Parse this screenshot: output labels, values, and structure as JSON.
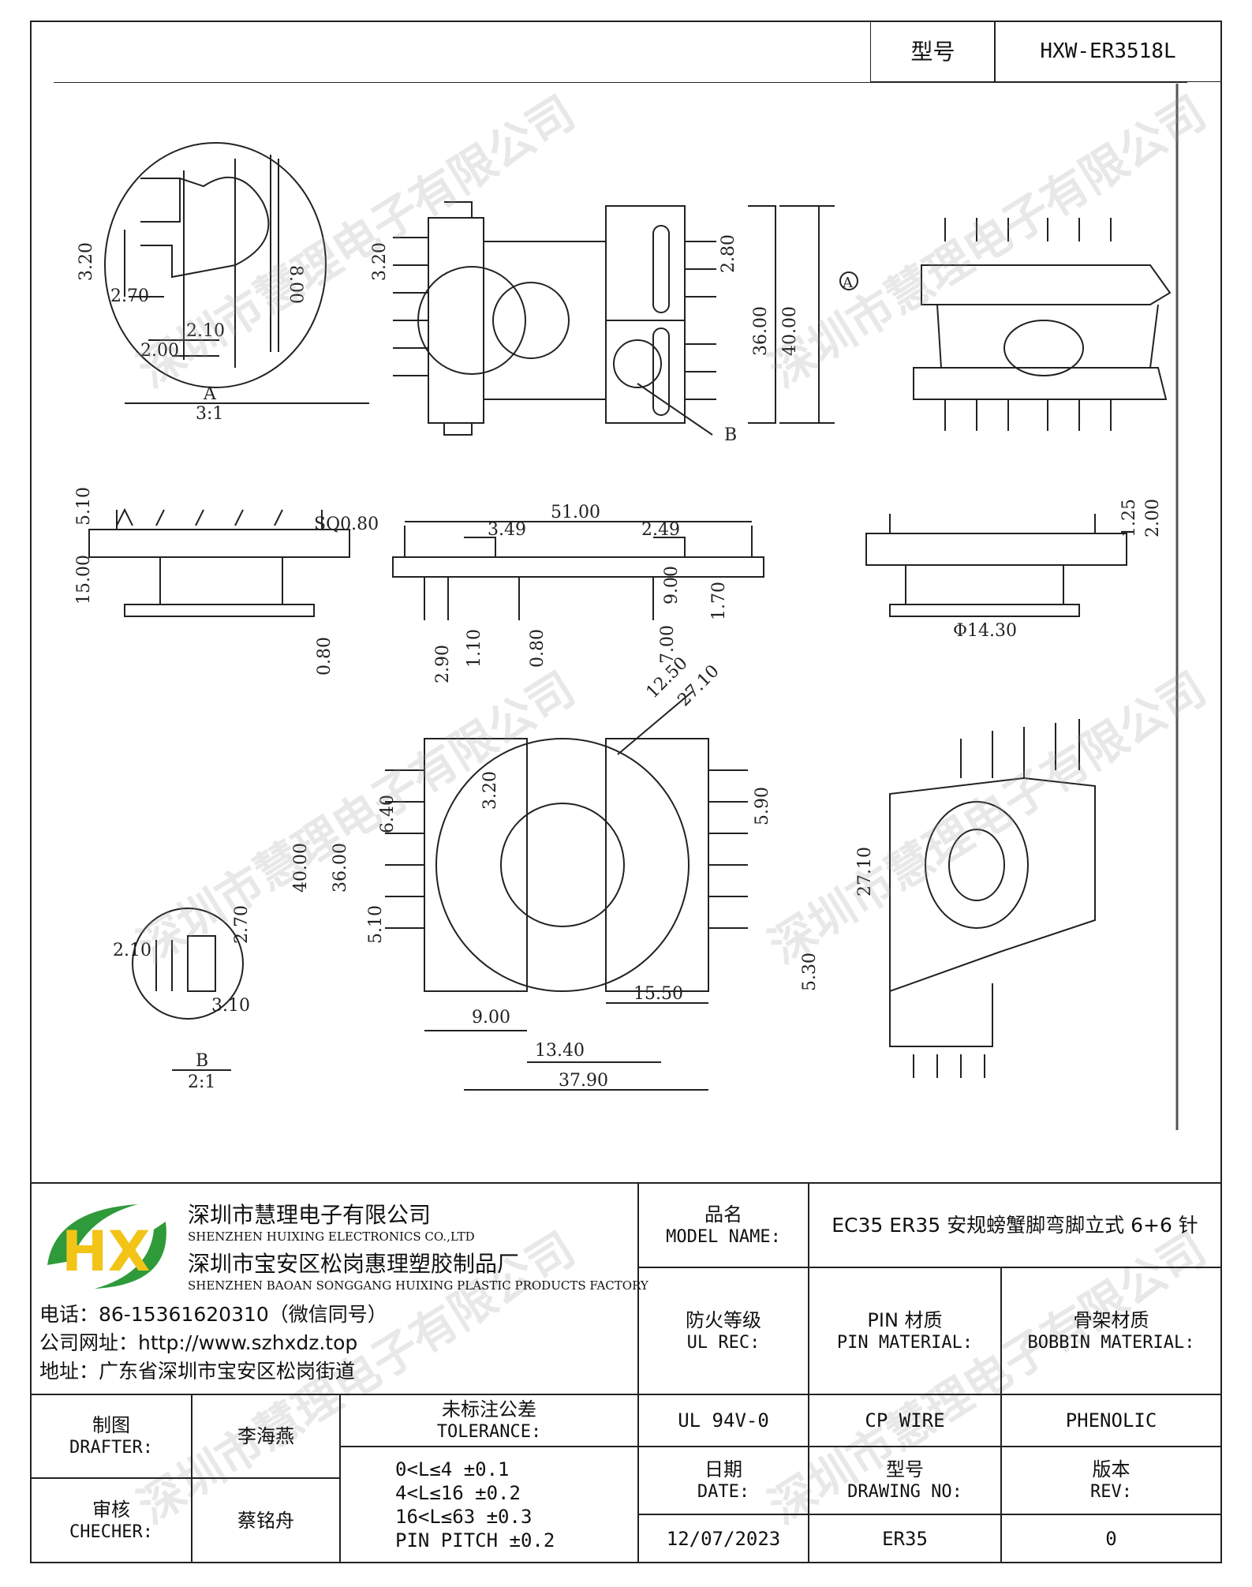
{
  "header": {
    "type_label": "型号",
    "type_value": "HXW-ER3518L"
  },
  "watermark": "深圳市慧理电子有限公司",
  "drawing": {
    "dims_top_left": [
      "3.20",
      "2.70",
      "8.00",
      "2.10",
      "2.00",
      "3.20"
    ],
    "detail_a": {
      "letter": "A",
      "scale": "3:1"
    },
    "detail_b": {
      "letter": "B",
      "scale": "2:1"
    },
    "dims_top_right": [
      "2.80",
      "36.00",
      "40.00"
    ],
    "markers_top": [
      "A",
      "B"
    ],
    "dims_middle": [
      "5.10",
      "15.00",
      "0.80",
      "SQ0.80",
      "51.00",
      "3.49",
      "2.49",
      "9.00",
      "1.70",
      "7.00",
      "2.90",
      "1.10",
      "0.80",
      "1.25",
      "2.00",
      "Φ14.30"
    ],
    "dims_bottom": [
      "12.50",
      "27.10",
      "3.20",
      "6.40",
      "40.00",
      "36.00",
      "5.10",
      "5.90",
      "27.10",
      "5.30",
      "9.00",
      "15.50",
      "13.40",
      "37.90",
      "2.10",
      "2.70",
      "3.10"
    ]
  },
  "company": {
    "logo_text": "HX",
    "name_cn": "深圳市慧理电子有限公司",
    "name_en": "SHENZHEN HUIXING ELECTRONICS CO.,LTD",
    "factory_cn": "深圳市宝安区松岗惠理塑胶制品厂",
    "factory_en": "SHENZHEN BAOAN SONGGANG HUIXING PLASTIC PRODUCTS FACTORY",
    "phone": "电话：86-15361620310（微信同号）",
    "website": "公司网址：http://www.szhxdz.top",
    "address": "地址：广东省深圳市宝安区松岗街道"
  },
  "title_block": {
    "model_label_cn": "品名",
    "model_label_en": "MODEL NAME:",
    "model_value": "EC35 ER35 安规螃蟹脚弯脚立式 6+6 针",
    "ul_label_cn": "防火等级",
    "ul_label_en": "UL REC:",
    "pin_label_cn": "PIN 材质",
    "pin_label_en": "PIN MATERIAL:",
    "bobbin_label_cn": "骨架材质",
    "bobbin_label_en": "BOBBIN MATERIAL:",
    "ul_value": "UL 94V-0",
    "pin_value": "CP WIRE",
    "bobbin_value": "PHENOLIC",
    "drafter_label_cn": "制图",
    "drafter_label_en": "DRAFTER:",
    "drafter_name": "李海燕",
    "checker_label_cn": "审核",
    "checker_label_en": "CHECHER:",
    "checker_name": "蔡铭舟",
    "tolerance_label_cn": "未标注公差",
    "tolerance_label_en": "TOLERANCE:",
    "tolerances": [
      "0<L≤4  ±0.1",
      "4<L≤16 ±0.2",
      "16<L≤63 ±0.3",
      "PIN PITCH ±0.2"
    ],
    "date_label_cn": "日期",
    "date_label_en": "DATE:",
    "drawing_no_label_cn": "型号",
    "drawing_no_label_en": "DRAWING NO:",
    "rev_label_cn": "版本",
    "rev_label_en": "REV:",
    "date_value": "12/07/2023",
    "drawing_no_value": "ER35",
    "rev_value": "0"
  },
  "colors": {
    "logo_green": "#2f9a3a",
    "logo_yellow": "#f2c418",
    "line": "#222222"
  }
}
